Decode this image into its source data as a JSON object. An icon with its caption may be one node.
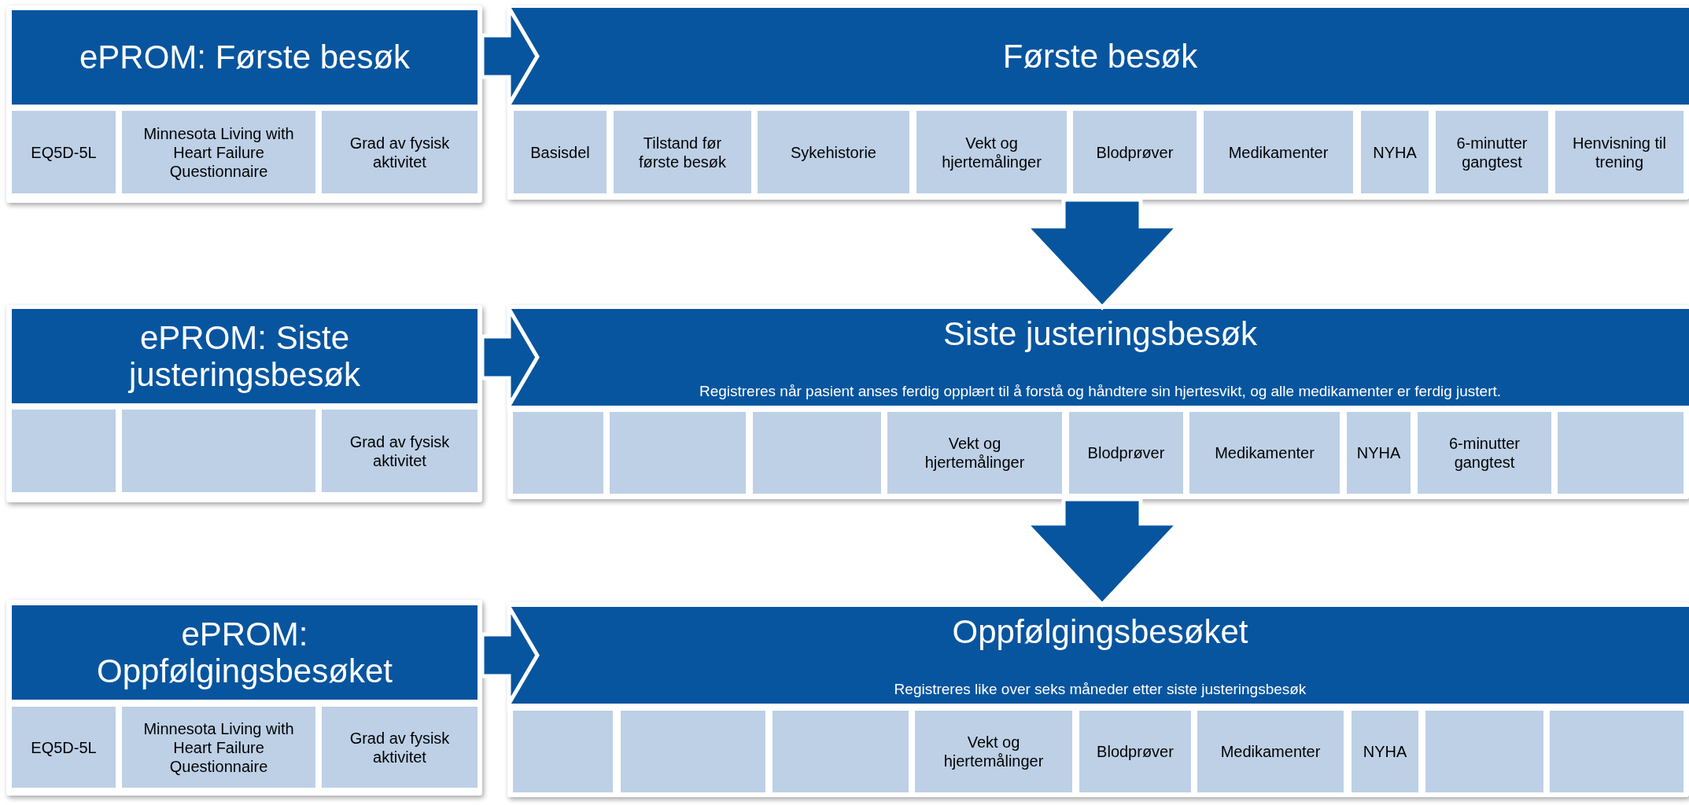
{
  "diagram": {
    "nodes": [
      {
        "text": [
          "ePROM: Første besøk"
        ]
      },
      {
        "text": [
          "EQ5D-5L"
        ],
        "in": 0
      },
      {
        "text": [
          "Minnesota Living with Heart Failure Questionnaire"
        ],
        "in": 0
      },
      {
        "text": [
          "Grad av fysisk aktivitet"
        ],
        "in": 0
      },
      {
        "text": [
          "Første besøk"
        ]
      },
      {
        "text": [
          "Basisdel"
        ],
        "in": 4
      },
      {
        "text": [
          "Tilstand før første besøk"
        ],
        "in": 4
      },
      {
        "text": [
          "Sykehistorie"
        ],
        "in": 4
      },
      {
        "text": [
          "Vekt og hjertemålinger"
        ],
        "in": 4
      },
      {
        "text": [
          "Blodprøver"
        ],
        "in": 4
      },
      {
        "text": [
          "Medikamenter"
        ],
        "in": 4
      },
      {
        "text": [
          "NYHA"
        ],
        "in": 4
      },
      {
        "text": [
          "6-minutter gangtest"
        ],
        "in": 4
      },
      {
        "text": [
          "Henvisning til trening"
        ],
        "in": 4
      },
      {
        "text": [
          "ePROM: Siste justeringsbesøk"
        ]
      },
      {
        "text": [],
        "shape": "box",
        "in": 14
      },
      {
        "text": [],
        "shape": "box",
        "in": 14
      },
      {
        "text": [
          "Grad av fysisk aktivitet"
        ],
        "in": 14
      },
      {
        "text": [
          "Siste justeringsbesøk",
          "Registreres når pasient anses ferdig opplært til å forstå og håndtere sin hjertesvikt, og alle medikamenter er ferdig justert."
        ]
      },
      {
        "text": [],
        "shape": "box",
        "in": 18
      },
      {
        "text": [],
        "shape": "box",
        "in": 18
      },
      {
        "text": [],
        "shape": "box",
        "in": 18
      },
      {
        "text": [
          "Vekt og hjertemålinger"
        ],
        "in": 18
      },
      {
        "text": [
          "Blodprøver"
        ],
        "in": 18
      },
      {
        "text": [
          "Medikamenter"
        ],
        "in": 18
      },
      {
        "text": [
          "NYHA"
        ],
        "in": 18
      },
      {
        "text": [
          "6-minutter gangtest"
        ],
        "in": 18
      },
      {
        "text": [],
        "shape": "box",
        "in": 18
      },
      {
        "text": [
          "ePROM: Oppfølgingsbesøket"
        ]
      },
      {
        "text": [
          "EQ5D-5L"
        ],
        "in": 28
      },
      {
        "text": [
          "Minnesota Living with Heart Failure Questionnaire"
        ],
        "in": 28
      },
      {
        "text": [
          "Grad av fysisk aktivitet"
        ],
        "in": 28
      },
      {
        "text": [
          "Oppfølgingsbesøket",
          "Registreres like over seks måneder etter siste justeringsbesøk"
        ]
      },
      {
        "text": [],
        "shape": "box",
        "in": 32
      },
      {
        "text": [],
        "shape": "box",
        "in": 32
      },
      {
        "text": [],
        "shape": "box",
        "in": 32
      },
      {
        "text": [
          "Vekt og hjertemålinger"
        ],
        "in": 32
      },
      {
        "text": [
          "Blodprøver"
        ],
        "in": 32
      },
      {
        "text": [
          "Medikamenter"
        ],
        "in": 32
      },
      {
        "text": [
          "NYHA"
        ],
        "in": 32
      },
      {
        "text": [],
        "shape": "box",
        "in": 32
      },
      {
        "text": [],
        "shape": "box",
        "in": 32
      }
    ],
    "edges": [
      {
        "from": 0,
        "to": 4,
        "arrow": "to"
      },
      {
        "from": 4,
        "to": 18,
        "arrow": "to"
      },
      {
        "from": 14,
        "to": 18,
        "arrow": "to"
      },
      {
        "from": 18,
        "to": 32,
        "arrow": "to"
      },
      {
        "from": 28,
        "to": 32,
        "arrow": "to"
      }
    ]
  }
}
